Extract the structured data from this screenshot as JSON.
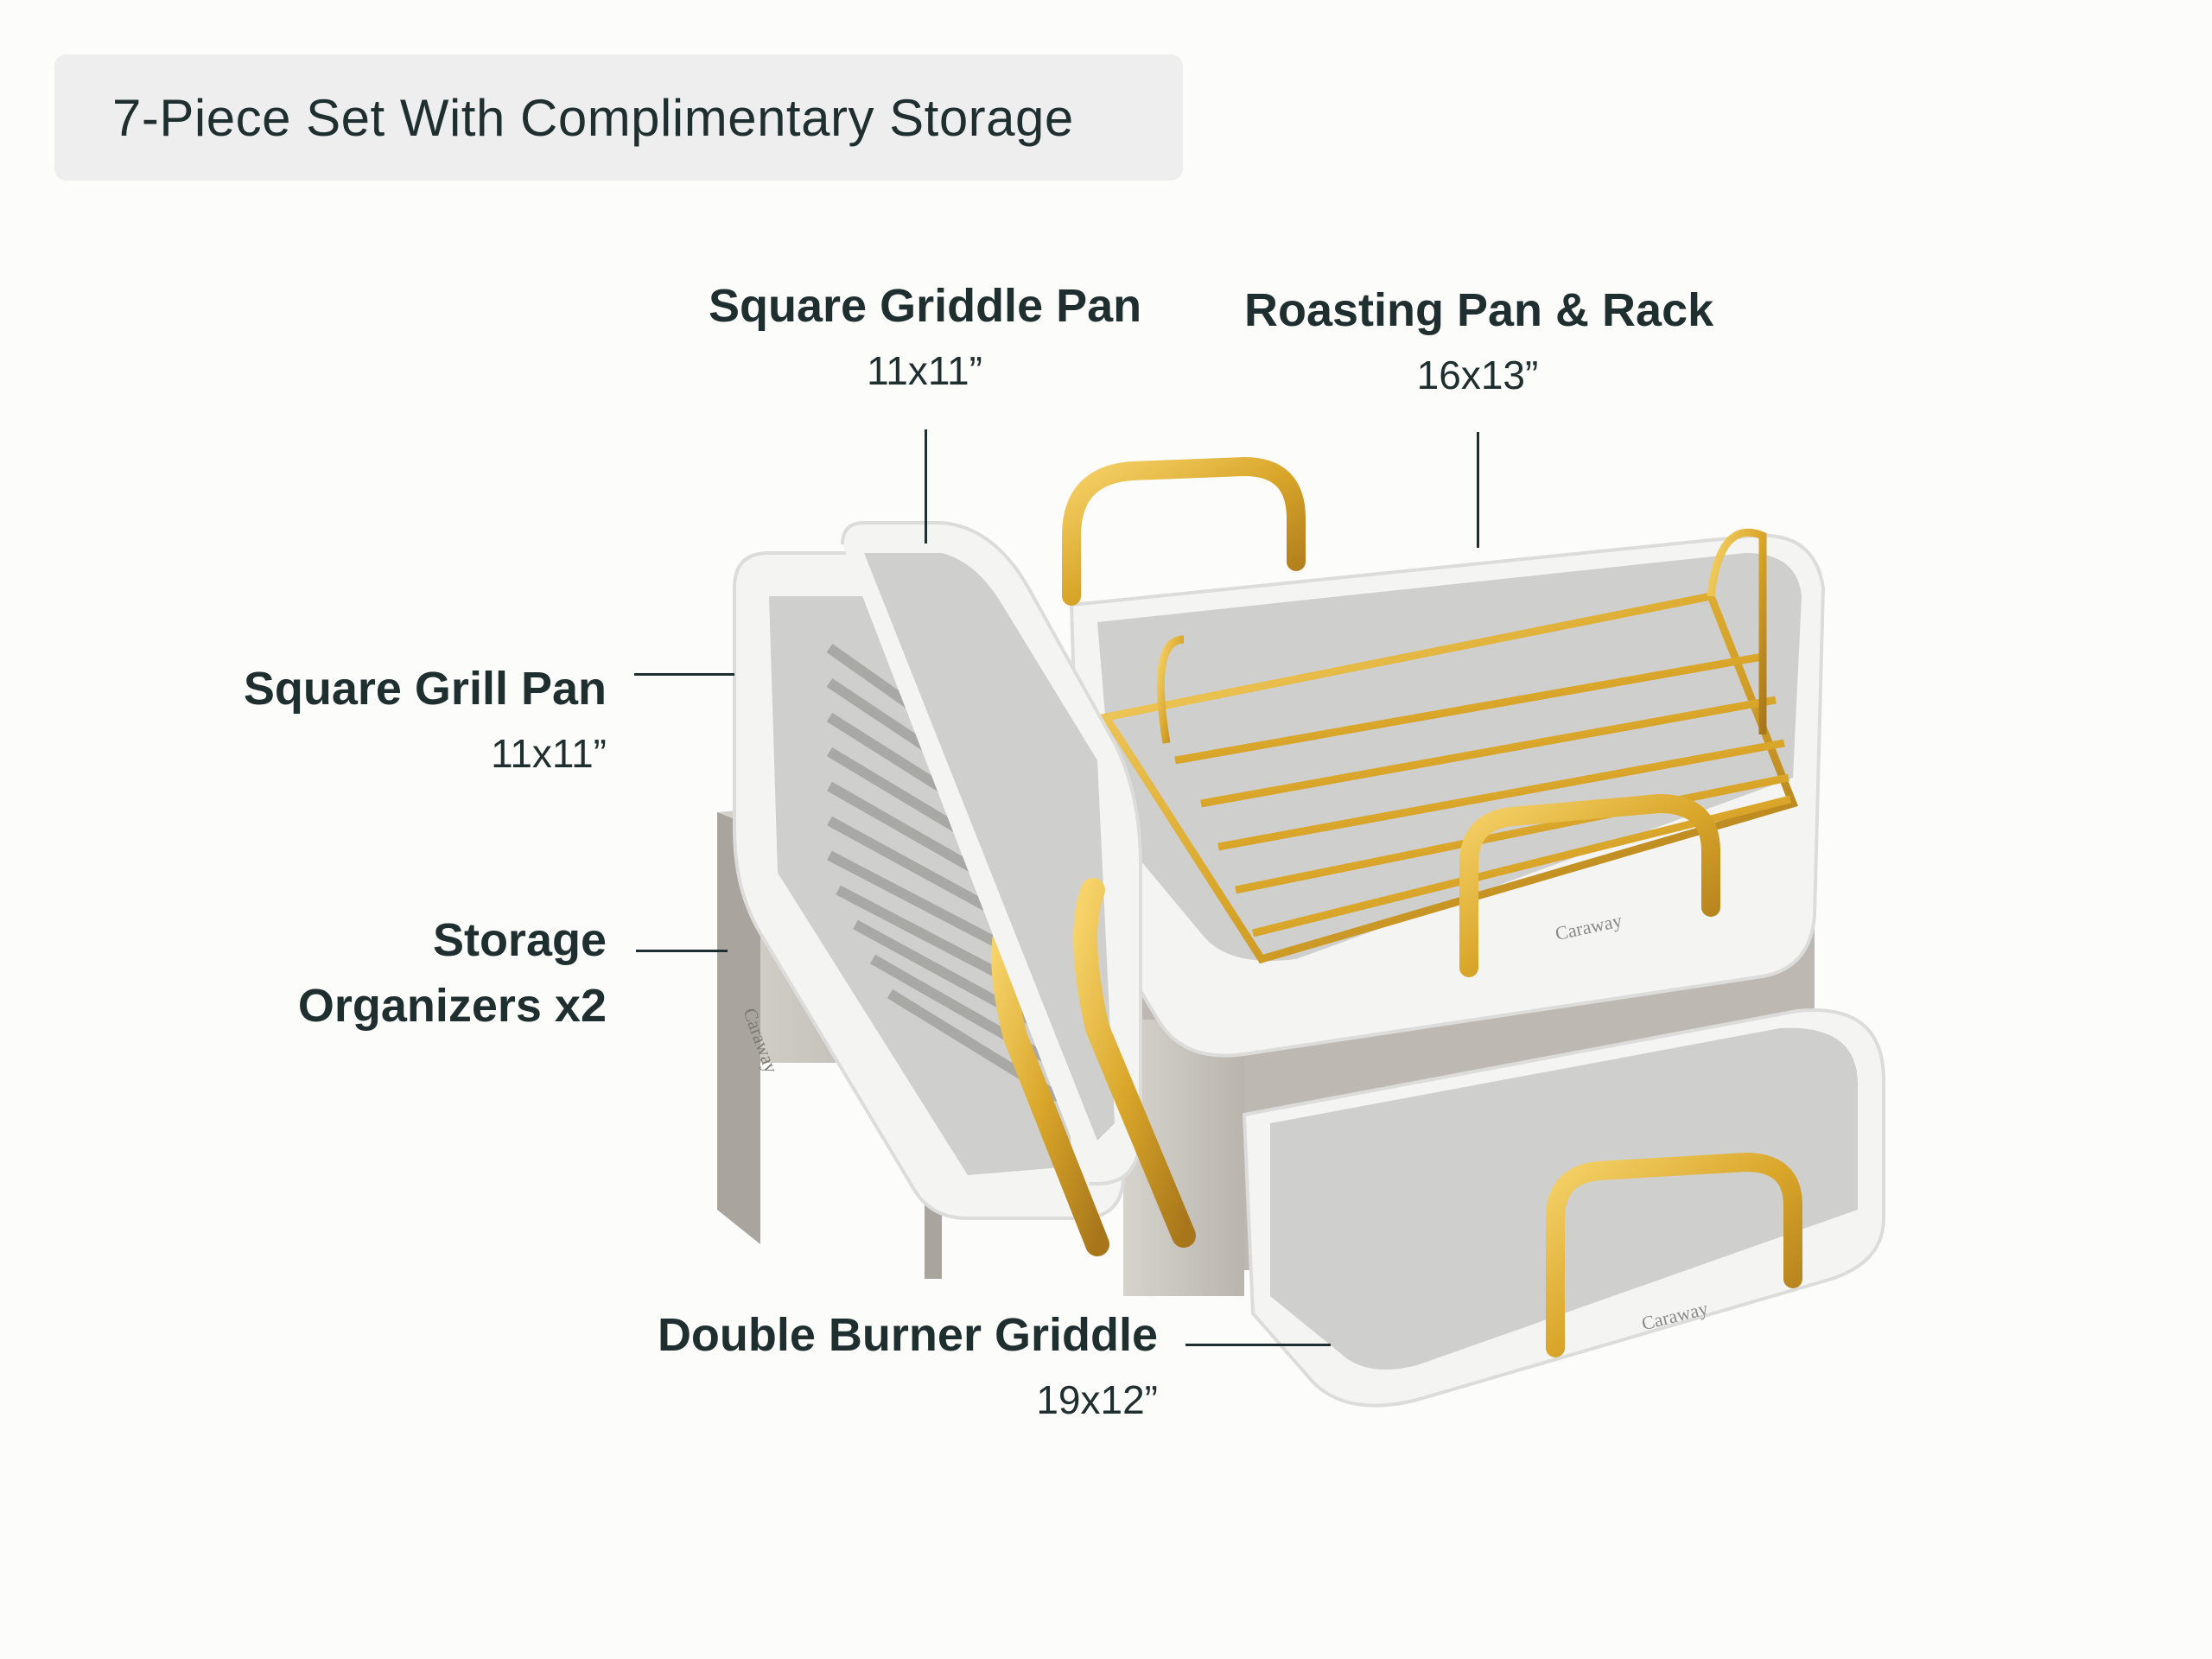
{
  "header": {
    "title": "7-Piece Set With Complimentary Storage"
  },
  "callouts": {
    "square_griddle_pan": {
      "name": "Square Griddle Pan",
      "size": "11x11”"
    },
    "roasting_pan_rack": {
      "name": "Roasting Pan & Rack",
      "size": "16x13”"
    },
    "square_grill_pan": {
      "name": "Square Grill Pan",
      "size": "11x11”"
    },
    "storage_organizers": {
      "name_line1": "Storage",
      "name_line2": "Organizers x2"
    },
    "double_burner_griddle": {
      "name": "Double Burner Griddle",
      "size": "19x12”"
    }
  },
  "brand_mark": "Caraway",
  "colors": {
    "background": "#fcfcfa",
    "pill": "#eeeeee",
    "text": "#1f2e2e",
    "gold": "#d9a62a",
    "pan_white": "#f4f4f2",
    "pan_gray": "#cfcfcd",
    "organizer": "#c9c6c0"
  }
}
